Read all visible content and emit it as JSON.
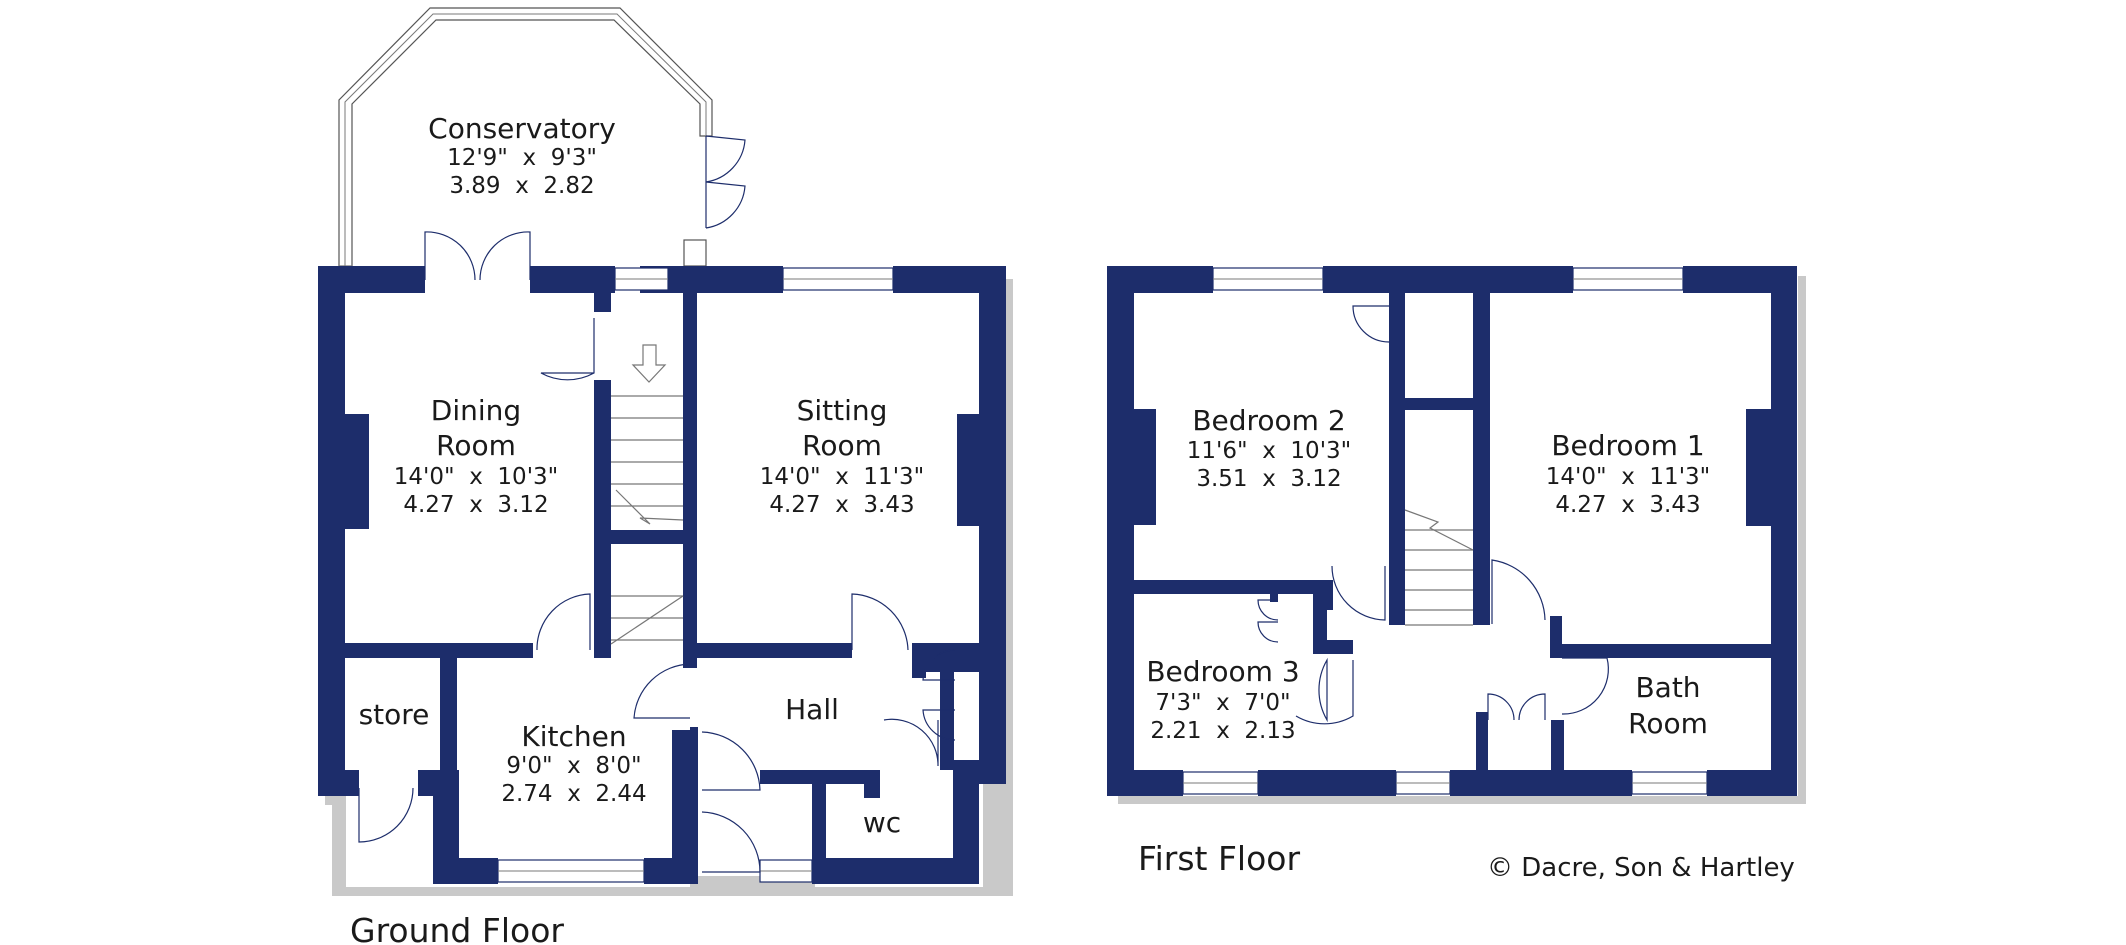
{
  "floors": {
    "ground": {
      "label": "Ground Floor",
      "rooms": {
        "conservatory": {
          "name": "Conservatory",
          "dim_imperial": "12'9\"  x  9'3\"",
          "dim_metric": "3.89  x  2.82"
        },
        "dining": {
          "name_line1": "Dining",
          "name_line2": "Room",
          "dim_imperial": "14'0\"  x  10'3\"",
          "dim_metric": "4.27  x  3.12"
        },
        "sitting": {
          "name_line1": "Sitting",
          "name_line2": "Room",
          "dim_imperial": "14'0\"  x  11'3\"",
          "dim_metric": "4.27  x  3.43"
        },
        "kitchen": {
          "name": "Kitchen",
          "dim_imperial": "9'0\"  x  8'0\"",
          "dim_metric": "2.74  x  2.44"
        },
        "store": {
          "name": "store"
        },
        "hall": {
          "name": "Hall"
        },
        "wc": {
          "name": "wc"
        }
      }
    },
    "first": {
      "label": "First Floor",
      "rooms": {
        "bedroom2": {
          "name": "Bedroom 2",
          "dim_imperial": "11'6\"  x  10'3\"",
          "dim_metric": "3.51  x  3.12"
        },
        "bedroom1": {
          "name": "Bedroom 1",
          "dim_imperial": "14'0\"  x  11'3\"",
          "dim_metric": "4.27  x  3.43"
        },
        "bedroom3": {
          "name": "Bedroom 3",
          "dim_imperial": "7'3\"  x  7'0\"",
          "dim_metric": "2.21  x  2.13"
        },
        "bathroom": {
          "name_line1": "Bath",
          "name_line2": "Room"
        }
      }
    }
  },
  "copyright": "© Dacre, Son & Hartley",
  "colors": {
    "wall": "#1d2d6b",
    "shadow": "#c9c9c9",
    "background": "#ffffff"
  }
}
